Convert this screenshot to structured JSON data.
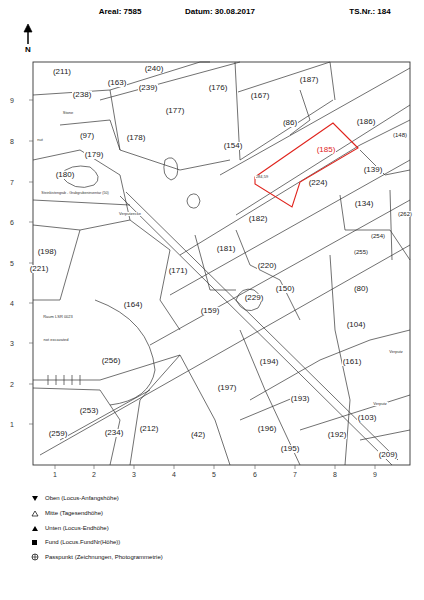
{
  "diagram": {
    "labels": [
      "Areal: 7585",
      "Datum: 30.08.2017",
      "TS.Nr.: 184",
      "N",
      "9",
      "8",
      "7",
      "6",
      "5",
      "4",
      "3",
      "2",
      "1",
      "1",
      "2",
      "3",
      "4",
      "5",
      "6",
      "7",
      "8",
      "9",
      "(211)",
      "(240)",
      "(163)",
      "(238)",
      "(239)",
      "(187)",
      "(176)",
      "(167)",
      "(177)",
      "(86)",
      "(186)",
      "(148)",
      "(97)",
      "(178)",
      "(154)",
      "(185)",
      "(179)",
      "(139)",
      "(180)",
      "(224)",
      "(134)",
      "(262)",
      "(182)",
      "(254)",
      "(198)",
      "(181)",
      "(255)",
      "(220)",
      "(221)",
      "(171)",
      "(80)",
      "(229)",
      "(150)",
      "(164)",
      "(159)",
      "(104)",
      "(256)",
      "(194)",
      "(161)",
      "(197)",
      "(193)",
      "(253)",
      "(103)",
      "(212)",
      "(196)",
      "(234)",
      "(42)",
      "(192)",
      "(259)",
      "(195)",
      "(209)",
      "Stone",
      "nut",
      "Steinkistengrab - Grabgrubeninventar (50)",
      "Verputzecke",
      "284,59",
      "Raum LSR 0023",
      "not excavated",
      "Verputz",
      "Verputz"
    ],
    "legend": [
      {
        "text": "Oben (Locus-Anfangshöhe)"
      },
      {
        "text": "Mitte (Tagesendhöhe)"
      },
      {
        "text": "Unten (Locus-Endhöhe)"
      },
      {
        "text": "Fund (Locus.FundNr(Höhe))"
      },
      {
        "text": "Passpunkt (Zeichnungen, Photogrammetrie)"
      }
    ]
  }
}
